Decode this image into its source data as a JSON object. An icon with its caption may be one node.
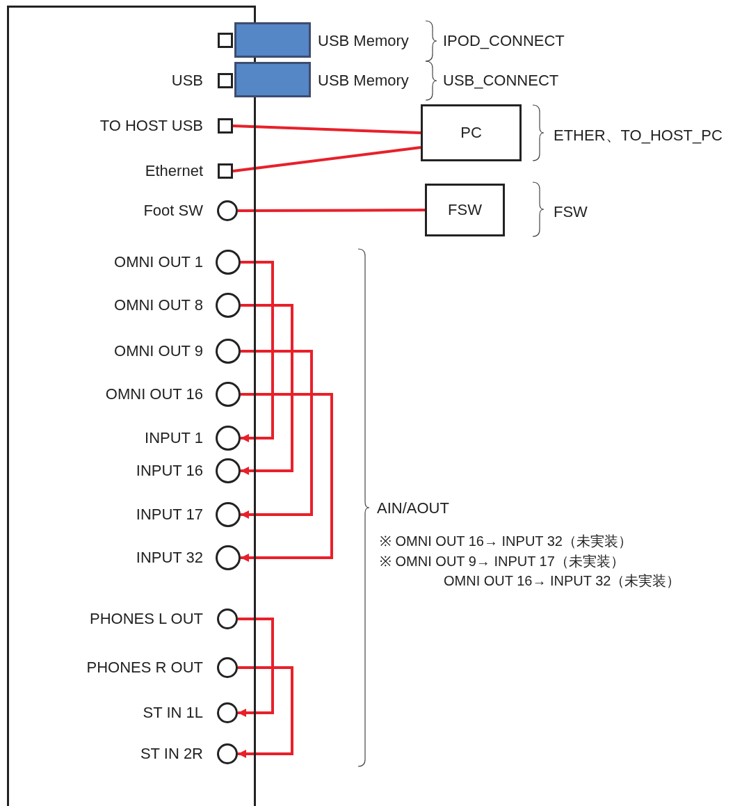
{
  "diagram": {
    "nodes": [
      {
        "text": [],
        "shape": "box"
      },
      {
        "text": [],
        "shape": "box",
        "in": 0
      },
      {
        "text": [
          "USB"
        ],
        "in": 0
      },
      {
        "text": [],
        "shape": "box",
        "beside": [
          "USB Memory"
        ]
      },
      {
        "text": [],
        "shape": "box",
        "beside": [
          "USB Memory"
        ]
      },
      {
        "text": [
          "TO HOST USB"
        ],
        "in": 0
      },
      {
        "text": [
          "Ethernet"
        ],
        "in": 0
      },
      {
        "text": [
          "PC"
        ]
      },
      {
        "text": [
          "Foot SW"
        ],
        "in": 0
      },
      {
        "text": [
          "FSW"
        ]
      },
      {
        "text": [
          "OMNI OUT 1"
        ],
        "in": 0
      },
      {
        "text": [
          "OMNI OUT 8"
        ],
        "in": 0
      },
      {
        "text": [
          "OMNI OUT 9"
        ],
        "in": 0
      },
      {
        "text": [
          "OMNI OUT 16"
        ],
        "in": 0
      },
      {
        "text": [
          "INPUT 1"
        ],
        "in": 0
      },
      {
        "text": [
          "INPUT 16"
        ],
        "in": 0
      },
      {
        "text": [
          "INPUT 17"
        ],
        "in": 0
      },
      {
        "text": [
          "INPUT 32"
        ],
        "in": 0
      },
      {
        "text": [
          "PHONES L OUT"
        ],
        "in": 0
      },
      {
        "text": [
          "PHONES R OUT"
        ],
        "in": 0
      },
      {
        "text": [
          "ST IN 1L"
        ],
        "in": 0
      },
      {
        "text": [
          "ST IN 2R"
        ],
        "in": 0
      }
    ],
    "edges": [
      {
        "from": 5,
        "to": 7,
        "arrow": "none"
      },
      {
        "from": 6,
        "to": 7,
        "arrow": "none"
      },
      {
        "from": 8,
        "to": 9,
        "arrow": "none"
      },
      {
        "from": 10,
        "to": 14,
        "arrow": "to"
      },
      {
        "from": 11,
        "to": 15,
        "arrow": "to"
      },
      {
        "from": 12,
        "to": 16,
        "arrow": "to"
      },
      {
        "from": 13,
        "to": 17,
        "arrow": "to"
      },
      {
        "from": 18,
        "to": 20,
        "arrow": "to"
      },
      {
        "from": 19,
        "to": 21,
        "arrow": "to"
      }
    ],
    "labels": [
      "IPOD_CONNECT",
      "USB_CONNECT",
      "ETHER、TO_HOST_PC",
      "FSW",
      "AIN/AOUT",
      "※ OMNI OUT 16→ INPUT 32（未実装）",
      "※ OMNI OUT 9→ INPUT 17（未実装）",
      "OMNI OUT 16→ INPUT 32（未実装）"
    ]
  }
}
